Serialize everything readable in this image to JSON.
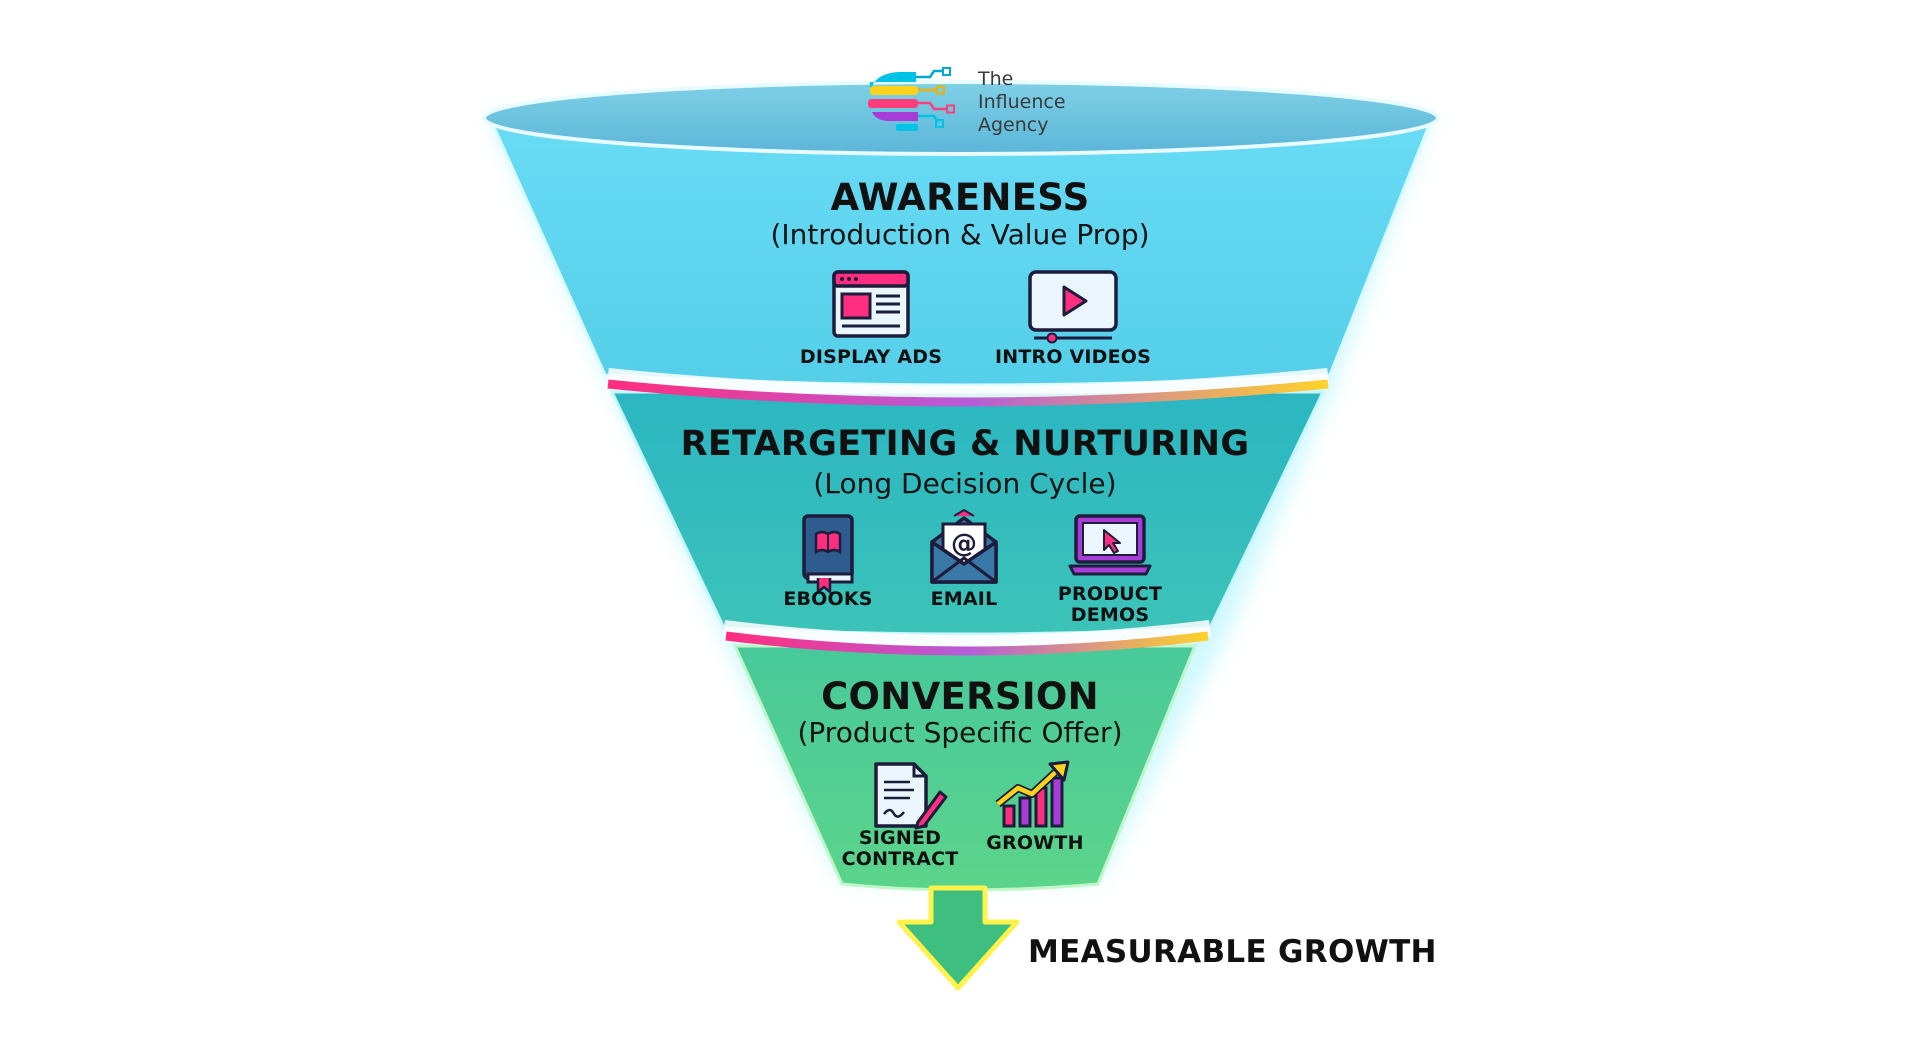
{
  "brand": {
    "lines": [
      "The",
      "Influence",
      "Agency"
    ],
    "icon": "brain-circuit-logo-icon",
    "colors": [
      "#00c3e6",
      "#ffd21e",
      "#ff3e7a",
      "#a73cd6"
    ]
  },
  "stages": [
    {
      "title": "AWARENESS",
      "subtitle": "(Introduction & Value Prop)",
      "color": "#5fd6f0",
      "items": [
        {
          "label": "DISPLAY ADS",
          "icon": "browser-window-icon"
        },
        {
          "label": "INTRO VIDEOS",
          "icon": "video-player-icon"
        }
      ]
    },
    {
      "title": "RETARGETING & NURTURING",
      "subtitle": "(Long Decision Cycle)",
      "color": "#35bcc0",
      "items": [
        {
          "label": "EBOOKS",
          "icon": "book-icon"
        },
        {
          "label": "EMAIL",
          "icon": "envelope-icon"
        },
        {
          "label": "PRODUCT\nDEMOS",
          "icon": "laptop-cursor-icon"
        }
      ]
    },
    {
      "title": "CONVERSION",
      "subtitle": "(Product Specific Offer)",
      "color": "#4ecf8e",
      "items": [
        {
          "label": "SIGNED\nCONTRACT",
          "icon": "signed-document-icon"
        },
        {
          "label": "GROWTH",
          "icon": "growth-chart-icon"
        }
      ]
    }
  ],
  "outcome": {
    "label": "MEASURABLE GROWTH",
    "icon": "down-arrow-icon",
    "color": "#3fbf7f"
  }
}
